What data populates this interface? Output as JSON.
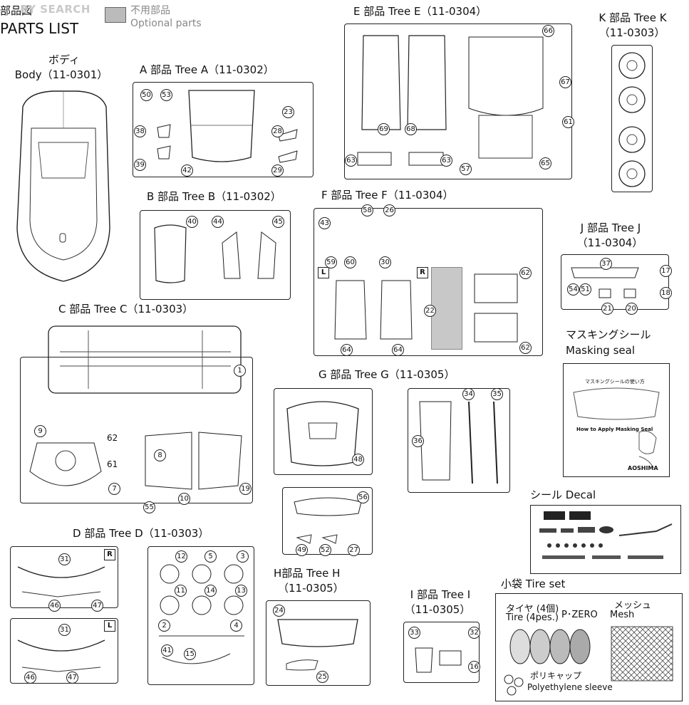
{
  "header": {
    "title_jp": "部品図",
    "title_en": "PARTS LIST",
    "watermark": "BY SEARCH",
    "optional_jp": "不用部品",
    "optional_en": "Optional parts"
  },
  "sections": {
    "body": {
      "jp": "ボディ",
      "en": "Body（11-0301）"
    },
    "tree_a": {
      "title": "A 部品 Tree A（11-0302）"
    },
    "tree_b": {
      "title": "B 部品 Tree B（11-0302）"
    },
    "tree_c": {
      "title": "C 部品 Tree C（11-0303）"
    },
    "tree_d": {
      "title": "D 部品 Tree D（11-0303）"
    },
    "tree_e": {
      "title": "E 部品 Tree E（11-0304）"
    },
    "tree_f": {
      "title": "F 部品 Tree F（11-0304）"
    },
    "tree_g": {
      "title": "G 部品 Tree G（11-0305）"
    },
    "tree_h": {
      "title": "H部品 Tree H",
      "code": "（11-0305）"
    },
    "tree_i": {
      "title": "I 部品 Tree I",
      "code": "（11-0305）"
    },
    "tree_j": {
      "title": "J 部品 Tree J",
      "code": "（11-0304）"
    },
    "tree_k": {
      "title": "K 部品 Tree K",
      "code": "（11-0303）"
    },
    "masking": {
      "jp": "マスキングシール",
      "en": "Masking seal",
      "heading_jp": "マスキングシールの使い方",
      "heading_en": "How to Apply Masking Seal",
      "brand": "AOSHIMA"
    },
    "decal": {
      "title": "シール Decal"
    },
    "tire_set": {
      "title": "小袋 Tire set",
      "tire_jp": "タイヤ (4個)",
      "tire_en": "Tire (4pes.)",
      "brand": "P･ZERO",
      "mesh_jp": "メッシュ",
      "mesh_en": "Mesh",
      "sleeve_jp": "ポリキャップ",
      "sleeve_en": "Polyethylene sleeve"
    }
  },
  "side_markers": {
    "left": "L",
    "right": "R"
  },
  "part_numbers": {
    "a": [
      "50",
      "53",
      "23",
      "38",
      "28",
      "39",
      "42",
      "29"
    ],
    "b": [
      "40",
      "44",
      "45"
    ],
    "c": [
      "1",
      "9",
      "62",
      "61",
      "8",
      "7",
      "10",
      "19",
      "55"
    ],
    "d": [
      "31",
      "46",
      "47",
      "31",
      "46",
      "47",
      "12",
      "5",
      "3",
      "11",
      "14",
      "13",
      "2",
      "4",
      "41",
      "15"
    ],
    "e": [
      "66",
      "67",
      "69",
      "68",
      "61",
      "63",
      "63",
      "57",
      "65"
    ],
    "f": [
      "43",
      "58",
      "26",
      "59",
      "60",
      "30",
      "22",
      "64",
      "64",
      "62",
      "62"
    ],
    "g": [
      "48",
      "34",
      "35",
      "36",
      "56",
      "49",
      "52",
      "27"
    ],
    "h": [
      "24",
      "25"
    ],
    "i": [
      "33",
      "32",
      "16"
    ],
    "j": [
      "37",
      "17",
      "54",
      "51",
      "18",
      "21",
      "20"
    ]
  }
}
